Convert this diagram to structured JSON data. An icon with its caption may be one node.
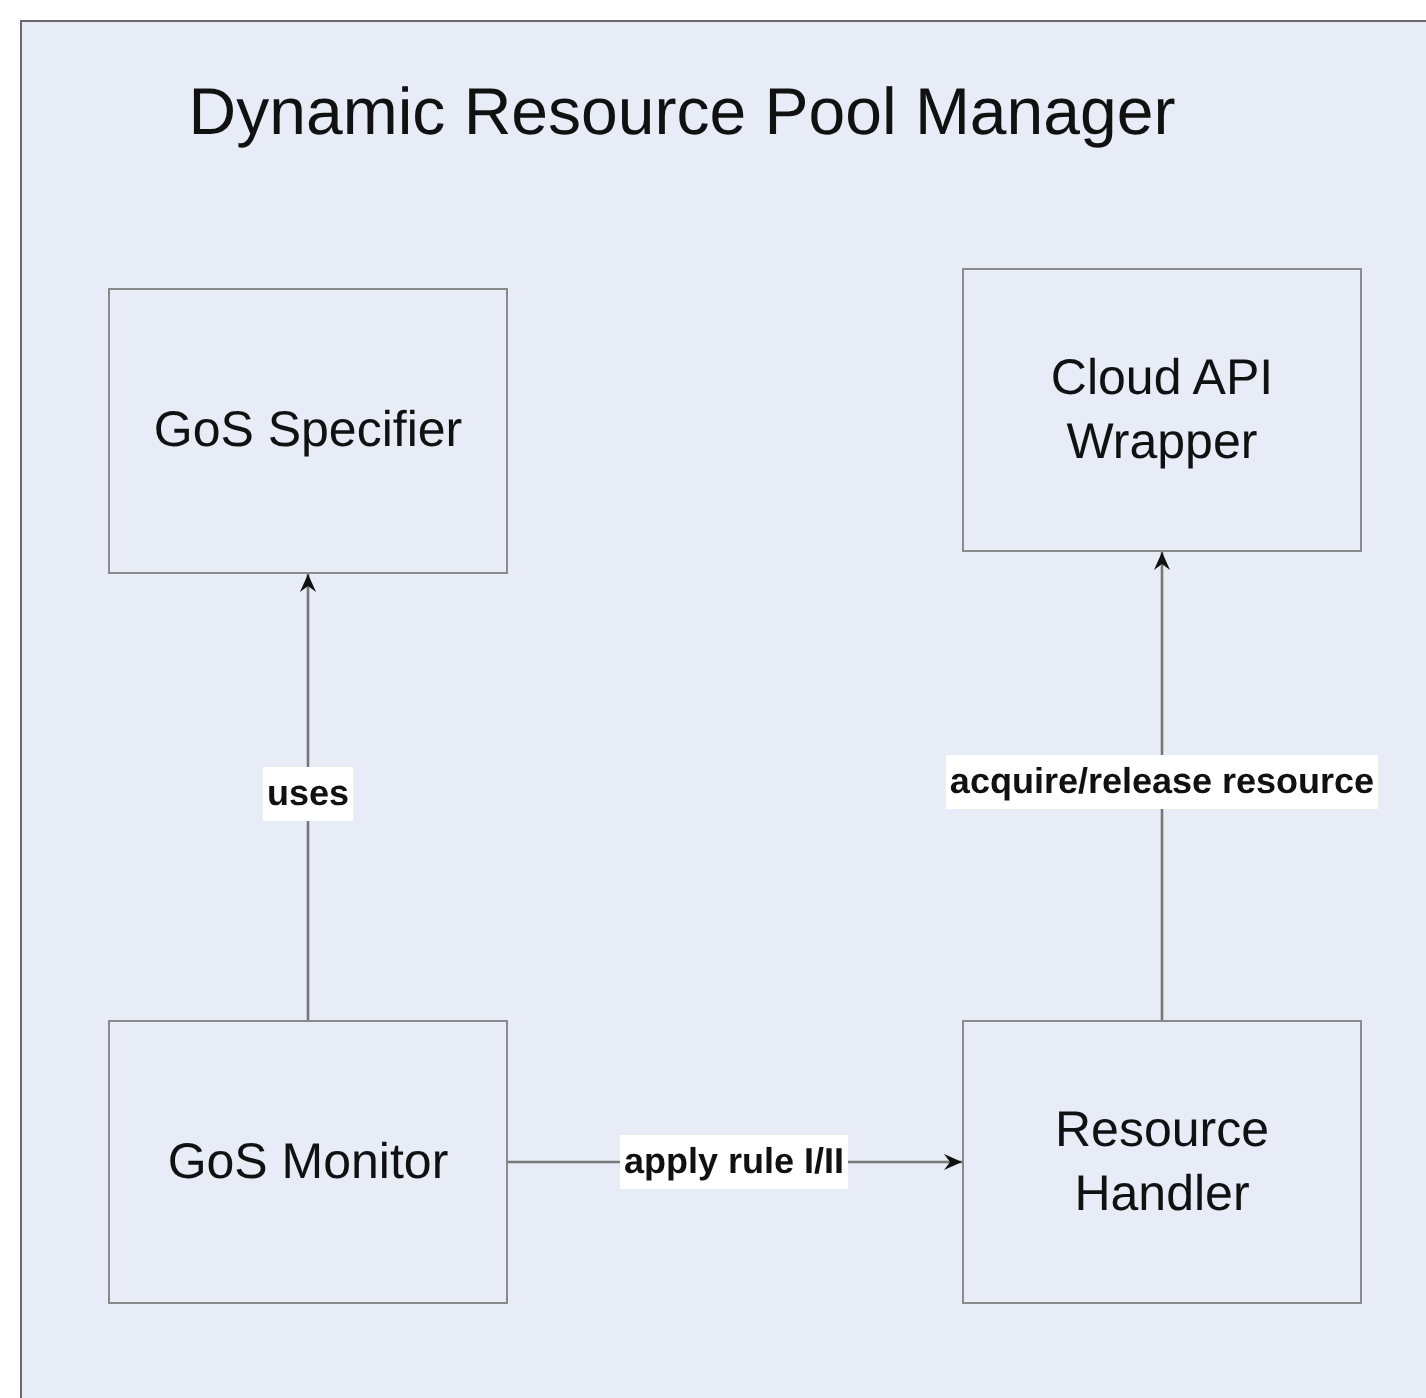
{
  "diagram": {
    "nodes": [
      {
        "text": [
          "Dynamic Resource Pool Manager"
        ]
      },
      {
        "text": [
          "GoS Specifier"
        ],
        "in": 0
      },
      {
        "text": [
          "Cloud API Wrapper"
        ],
        "in": 0
      },
      {
        "text": [
          "GoS Monitor"
        ],
        "in": 0
      },
      {
        "text": [
          "Resource Handler"
        ],
        "in": 0
      }
    ],
    "edges": [
      {
        "from": 3,
        "to": 1,
        "arrow": "to",
        "label": "uses"
      },
      {
        "from": 4,
        "to": 2,
        "arrow": "to",
        "label": "acquire/release resource"
      },
      {
        "from": 3,
        "to": 4,
        "arrow": "to",
        "label": "apply rule I/II"
      }
    ]
  }
}
